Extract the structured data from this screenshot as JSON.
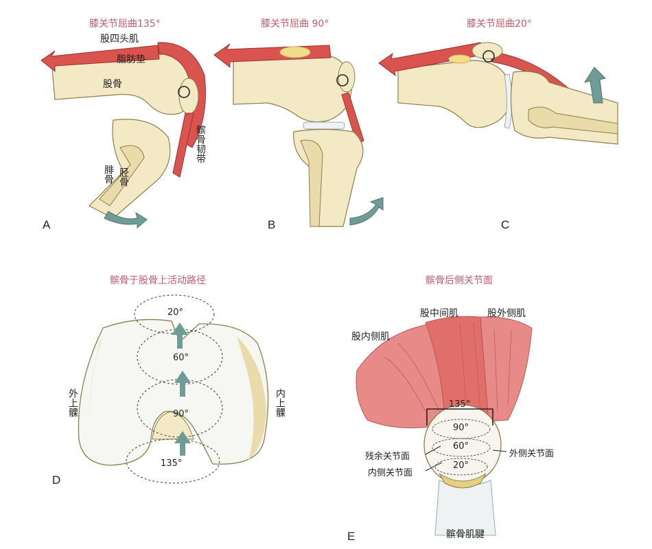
{
  "panels": {
    "A": {
      "letter": "A",
      "title": "膝关节屈曲135°",
      "labels": {
        "quadriceps": "股四头肌",
        "fat_pad": "脂肪垫",
        "femur": "股骨",
        "patellar_ligament": "髌骨韧带",
        "fibula": "腓骨",
        "tibia": "胫骨"
      }
    },
    "B": {
      "letter": "B",
      "title": "膝关节屈曲 90°"
    },
    "C": {
      "letter": "C",
      "title": "膝关节屈曲20°"
    },
    "D": {
      "letter": "D",
      "title": "髌骨于股骨上活动路径",
      "labels": {
        "lateral_epicondyle": "外上髁",
        "medial_epicondyle": "内上髁"
      },
      "angles": [
        "20°",
        "60°",
        "90°",
        "135°"
      ]
    },
    "E": {
      "letter": "E",
      "title": "髌骨后侧关节面",
      "labels": {
        "vastus_intermedius": "股中间肌",
        "vastus_lateralis": "股外侧肌",
        "vastus_medialis": "股内侧肌",
        "residual_facet": "残余关节面",
        "medial_facet": "内侧关节面",
        "lateral_facet": "外侧关节面",
        "patellar_tendon": "髌骨肌腱"
      },
      "angles": [
        "135°",
        "90°",
        "60°",
        "20°"
      ]
    }
  },
  "colors": {
    "bone": "#f3e9c4",
    "bone_shade": "#e2d49a",
    "muscle": "#d9534f",
    "muscle_light": "#e88a88",
    "arrow": "#6f9c96",
    "title": "#c85a6a"
  }
}
